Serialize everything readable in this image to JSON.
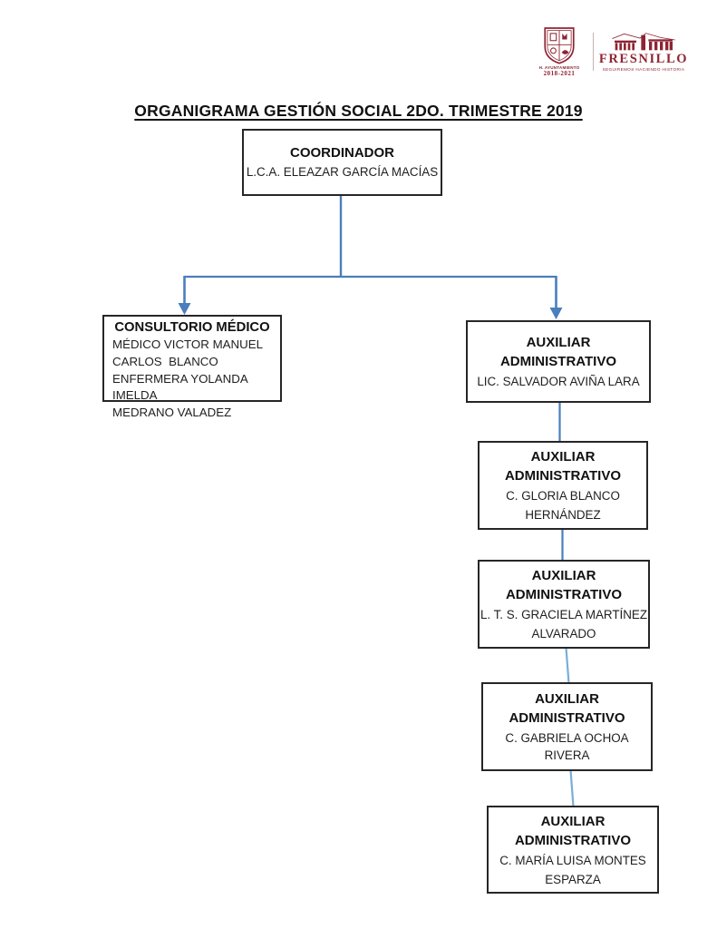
{
  "page": {
    "title": "ORGANIGRAMA GESTIÓN SOCIAL 2DO. TRIMESTRE 2019"
  },
  "header": {
    "shield_caption": "H. AYUNTAMIENTO",
    "shield_years": "2018-2021",
    "brand_name": "FRESNILLO",
    "brand_tagline": "SEGUIREMOS HACIENDO HISTORIA"
  },
  "colors": {
    "accent": "#4a7ebc",
    "accent-light": "#79aed8",
    "brand": "#8e2433",
    "border": "#262626"
  },
  "org_chart": {
    "root": {
      "title": "COORDINADOR",
      "name": "L.C.A. ELEAZAR GARCÍA MACÍAS"
    },
    "consultorio": {
      "title": "CONSULTORIO MÉDICO",
      "members": [
        "MÉDICO VICTOR MANUEL",
        "CARLOS  BLANCO",
        "ENFERMERA YOLANDA IMELDA",
        "MEDRANO VALADEZ"
      ]
    },
    "aux": [
      {
        "title_line1": "AUXILIAR",
        "title_line2": "ADMINISTRATIVO",
        "name_lines": [
          "LIC. SALVADOR AVIÑA LARA"
        ]
      },
      {
        "title_line1": "AUXILIAR",
        "title_line2": "ADMINISTRATIVO",
        "name_lines": [
          "C. GLORIA BLANCO",
          "HERNÁNDEZ"
        ]
      },
      {
        "title_line1": "AUXILIAR",
        "title_line2": "ADMINISTRATIVO",
        "name_lines": [
          "L. T. S. GRACIELA MARTÍNEZ",
          "ALVARADO"
        ]
      },
      {
        "title_line1": "AUXILIAR",
        "title_line2": "ADMINISTRATIVO",
        "name_lines": [
          "C. GABRIELA OCHOA RIVERA"
        ]
      },
      {
        "title_line1": "AUXILIAR",
        "title_line2": "ADMINISTRATIVO",
        "name_lines": [
          "C. MARÍA LUISA MONTES",
          "ESPARZA"
        ]
      }
    ]
  }
}
